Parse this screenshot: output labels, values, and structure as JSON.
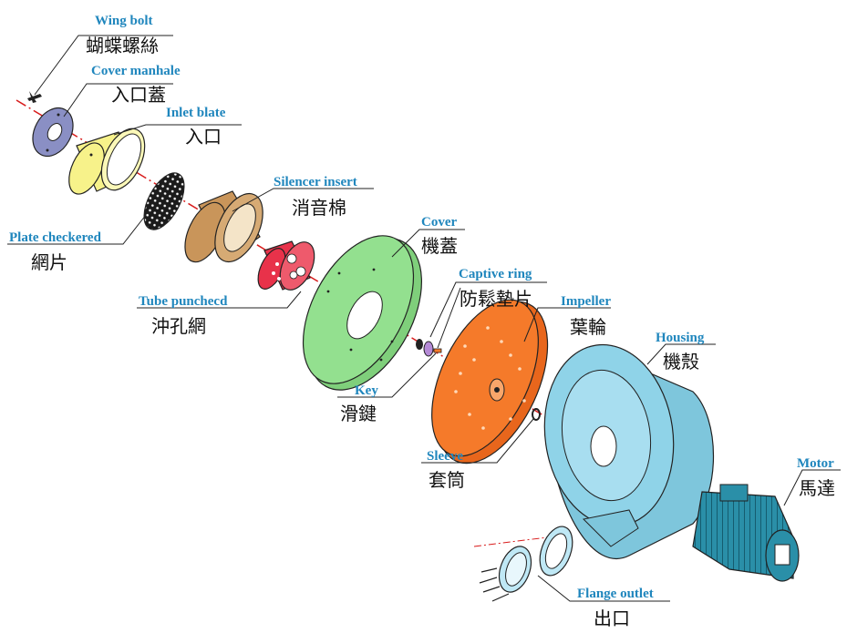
{
  "colors": {
    "label_en": "#1f86bd",
    "label_zh": "#111111",
    "axis": "#d81b1b",
    "cover_manhole": "#8a8fc4",
    "inlet": "#f7f28a",
    "plate": "#2b2b2b",
    "silencer": "#c9955a",
    "tube": "#e8324a",
    "cover": "#93e08f",
    "impeller": "#f57a2a",
    "housing": "#8fd3e8",
    "motor": "#2a8fa8",
    "flange": "#bfe8f5"
  },
  "parts": {
    "wing_bolt": {
      "en": "Wing bolt",
      "zh": "蝴蝶螺絲"
    },
    "cover_manhole": {
      "en": "Cover manhale",
      "zh": "入口蓋"
    },
    "inlet_blate": {
      "en": "Inlet blate",
      "zh": "入口"
    },
    "silencer_insert": {
      "en": "Silencer insert",
      "zh": "消音棉"
    },
    "plate_checkered": {
      "en": "Plate checkered",
      "zh": "網片"
    },
    "cover": {
      "en": "Cover",
      "zh": "機蓋"
    },
    "captive_ring": {
      "en": "Captive ring",
      "zh": "防鬆墊片"
    },
    "tube_punched": {
      "en": "Tube punchecd",
      "zh": "沖孔網"
    },
    "impeller": {
      "en": "Impeller",
      "zh": "葉輪"
    },
    "housing": {
      "en": "Housing",
      "zh": "機殼"
    },
    "key": {
      "en": "Key",
      "zh": "滑鍵"
    },
    "sleeve": {
      "en": "Sleeve",
      "zh": "套筒"
    },
    "motor": {
      "en": "Motor",
      "zh": "馬達"
    },
    "flange_outlet": {
      "en": "Flange outlet",
      "zh": "出口"
    }
  }
}
